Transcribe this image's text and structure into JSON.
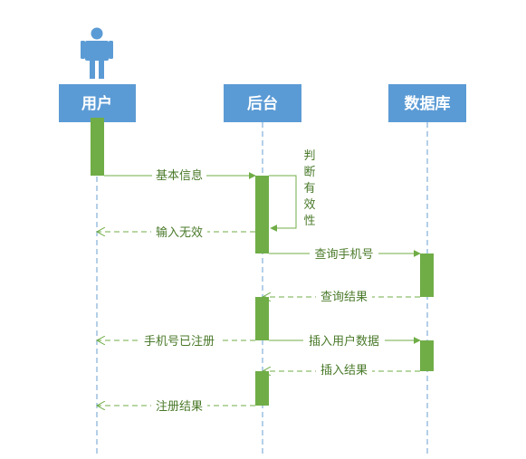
{
  "diagram": {
    "colors": {
      "participant": "#5b9bd5",
      "participant_text": "#ffffff",
      "lifeline": "#6a9fd0",
      "activation": "#70ad47",
      "message": "#70ad47",
      "message_text": "#4a7a2a",
      "actor": "#5b9bd5"
    },
    "actor": {
      "icon": "person-icon"
    },
    "participants": [
      {
        "id": "user",
        "label": "用户"
      },
      {
        "id": "backend",
        "label": "后台"
      },
      {
        "id": "database",
        "label": "数据库"
      }
    ],
    "messages": [
      {
        "from": "user",
        "to": "backend",
        "label": "基本信息",
        "style": "solid"
      },
      {
        "from": "backend",
        "to": "backend",
        "label": "判断有效性",
        "style": "solid",
        "self": true
      },
      {
        "from": "backend",
        "to": "user",
        "label": "输入无效",
        "style": "dashed"
      },
      {
        "from": "backend",
        "to": "database",
        "label": "查询手机号",
        "style": "solid"
      },
      {
        "from": "database",
        "to": "backend",
        "label": "查询结果",
        "style": "dashed"
      },
      {
        "from": "backend",
        "to": "user",
        "label": "手机号已注册",
        "style": "dashed"
      },
      {
        "from": "backend",
        "to": "database",
        "label": "插入用户数据",
        "style": "solid"
      },
      {
        "from": "database",
        "to": "backend",
        "label": "插入结果",
        "style": "dashed"
      },
      {
        "from": "backend",
        "to": "user",
        "label": "注册结果",
        "style": "dashed"
      }
    ]
  }
}
